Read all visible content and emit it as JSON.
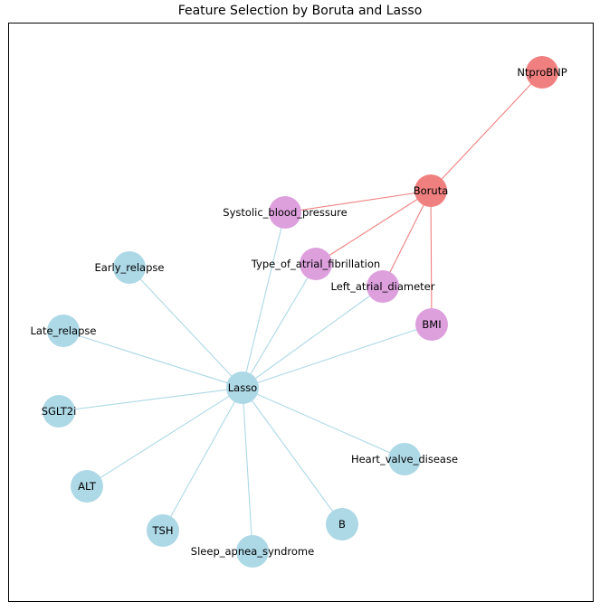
{
  "title": "Feature Selection by Boruta and Lasso",
  "colors": {
    "lasso_node": "#add8e6",
    "boruta_node": "#f08080",
    "shared_node": "#dda0dd",
    "lasso_edge": "#add8e6",
    "boruta_edge": "#f08080"
  },
  "nodes": [
    {
      "id": "NtproBNP",
      "group": "boruta"
    },
    {
      "id": "Boruta",
      "group": "boruta"
    },
    {
      "id": "Systolic_blood_pressure",
      "group": "shared"
    },
    {
      "id": "Type_of_atrial_fibrillation",
      "group": "shared"
    },
    {
      "id": "Left_atrial_diameter",
      "group": "shared"
    },
    {
      "id": "BMI",
      "group": "shared"
    },
    {
      "id": "Early_relapse",
      "group": "lasso"
    },
    {
      "id": "Late_relapse",
      "group": "lasso"
    },
    {
      "id": "Lasso",
      "group": "lasso"
    },
    {
      "id": "SGLT2i",
      "group": "lasso"
    },
    {
      "id": "Heart_valve_disease",
      "group": "lasso"
    },
    {
      "id": "ALT",
      "group": "lasso"
    },
    {
      "id": "TSH",
      "group": "lasso"
    },
    {
      "id": "B",
      "group": "lasso"
    },
    {
      "id": "Sleep_apnea_syndrome",
      "group": "lasso"
    }
  ],
  "edges": [
    {
      "source": "Boruta",
      "target": "NtproBNP",
      "type": "boruta"
    },
    {
      "source": "Boruta",
      "target": "Systolic_blood_pressure",
      "type": "boruta"
    },
    {
      "source": "Boruta",
      "target": "Type_of_atrial_fibrillation",
      "type": "boruta"
    },
    {
      "source": "Boruta",
      "target": "Left_atrial_diameter",
      "type": "boruta"
    },
    {
      "source": "Boruta",
      "target": "BMI",
      "type": "boruta"
    },
    {
      "source": "Lasso",
      "target": "Systolic_blood_pressure",
      "type": "lasso"
    },
    {
      "source": "Lasso",
      "target": "Type_of_atrial_fibrillation",
      "type": "lasso"
    },
    {
      "source": "Lasso",
      "target": "Left_atrial_diameter",
      "type": "lasso"
    },
    {
      "source": "Lasso",
      "target": "BMI",
      "type": "lasso"
    },
    {
      "source": "Lasso",
      "target": "Early_relapse",
      "type": "lasso"
    },
    {
      "source": "Lasso",
      "target": "Late_relapse",
      "type": "lasso"
    },
    {
      "source": "Lasso",
      "target": "SGLT2i",
      "type": "lasso"
    },
    {
      "source": "Lasso",
      "target": "ALT",
      "type": "lasso"
    },
    {
      "source": "Lasso",
      "target": "TSH",
      "type": "lasso"
    },
    {
      "source": "Lasso",
      "target": "Sleep_apnea_syndrome",
      "type": "lasso"
    },
    {
      "source": "Lasso",
      "target": "B",
      "type": "lasso"
    },
    {
      "source": "Lasso",
      "target": "Heart_valve_disease",
      "type": "lasso"
    }
  ]
}
